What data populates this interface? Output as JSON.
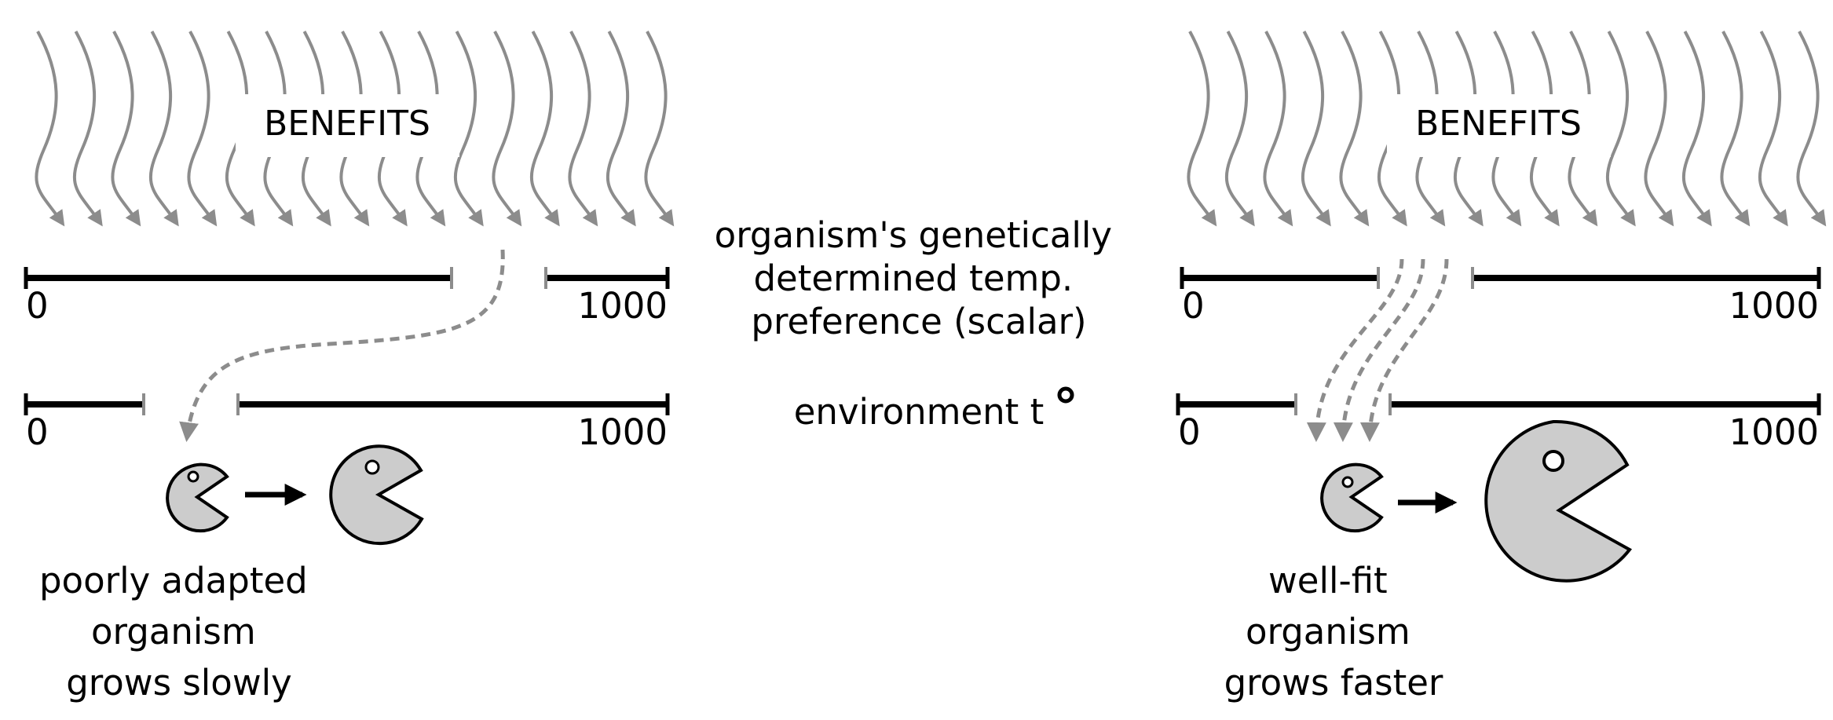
{
  "center": {
    "genotype_label": [
      "organism's genetically",
      "determined temp.",
      "preference (scalar)"
    ],
    "environment_label": "environment t"
  },
  "left_panel": {
    "benefits_label": "BENEFITS",
    "genotype_scale": {
      "min_label": "0",
      "max_label": "1000"
    },
    "environment_scale": {
      "min_label": "0",
      "max_label": "1000"
    },
    "caption": [
      "poorly adapted",
      "organism",
      "grows slowly"
    ]
  },
  "right_panel": {
    "benefits_label": "BENEFITS",
    "genotype_scale": {
      "min_label": "0",
      "max_label": "1000"
    },
    "environment_scale": {
      "min_label": "0",
      "max_label": "1000"
    },
    "caption": [
      "well-fit",
      "organism",
      "grows faster"
    ]
  },
  "colors": {
    "arrow_gray": "#8c8c8c",
    "organism_fill": "#cccccc",
    "line": "#000000"
  }
}
